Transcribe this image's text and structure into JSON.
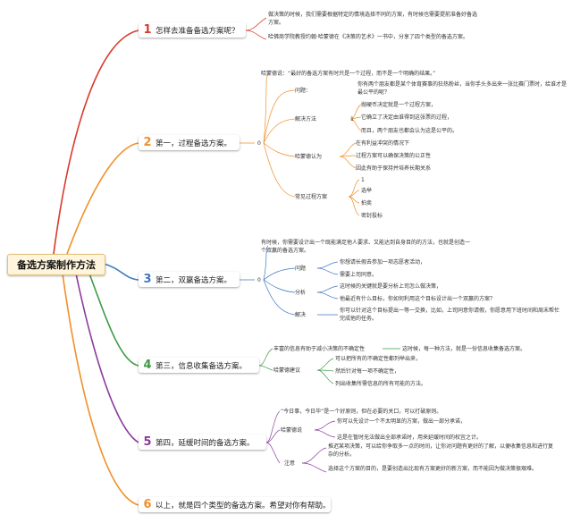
{
  "root": {
    "title": "备选方案制作方法"
  },
  "branches": [
    {
      "num": "1",
      "label": "怎样去准备备选方案呢？",
      "color": "#d93a2b"
    },
    {
      "num": "2",
      "label": "第一，过程备选方案。",
      "color": "#f0902a"
    },
    {
      "num": "3",
      "label": "第二，双赢备选方案。",
      "color": "#3f79c2"
    },
    {
      "num": "4",
      "label": "第三，信息收集备选方案。",
      "color": "#3e9a45"
    },
    {
      "num": "5",
      "label": "第四，延缓时间的备选方案。",
      "color": "#8a3a9c"
    },
    {
      "num": "6",
      "label": "以上，就是四个类型的备选方案。希望对你有帮助。",
      "color": "#f0902a"
    }
  ],
  "b1": {
    "t1": "做决策的时候，我们需要根据特定的情境选择不同的方案，有时候也需要提前准备好备选方案。",
    "t2": "哈佛商学院教授约翰·哈蒙德在《决策的艺术》一书中，分享了四个类型的备选方案。"
  },
  "b2": {
    "marker": "0",
    "intro": "哈蒙德说：“最好的备选方案有时只是一个过程，而不是一个明确的结果。”",
    "q_label": "问题：",
    "q_text": "你有两个朋友都是某个体育赛事的狂热粉丝，当你手头多出来一张比赛门票时，给谁才是最公平的呢？",
    "m_label": "解决方法",
    "m_marker": "1",
    "m_items": [
      "抛硬币决定就是一个过程方案，",
      "它确立了决定由谁得到这张票的过程，",
      "而且，两个朋友也都会认为这是公平的。"
    ],
    "h_label": "哈蒙德认为",
    "h_items": [
      "在有利益冲突的情况下",
      "过程方案可以确保决策的公正性",
      "因此有助于保持并培养长期关系"
    ],
    "c_label": "常见过程方案",
    "c_items": [
      "1",
      "选举",
      "拍卖",
      "密封投标"
    ]
  },
  "b3": {
    "marker": "0",
    "intro": "有时候，你需要设计出一个既能满足他人要求、又能达到自身目的的方法，也就是创造一个双赢的备选方案。",
    "q_label": "问题",
    "q_items": [
      "你想请长假去参加一项志愿者活动，",
      "需要上司同意。"
    ],
    "a_label": "分析",
    "a_items": [
      "这时候的关键就是要分析上司怎么做决策，",
      "他最近有什么目标，你如何利用这个目标设计出一个双赢的方案？"
    ],
    "s_label": "解决",
    "s_text": "你可以针对这个目标提出一等一交换，比如，上司同意你请假，你愿意用下班时间和周末帮忙完成他的任务。"
  },
  "b4": {
    "intro": "丰富的信息有助于减小决策的不确定性",
    "intro_extra": "这时候，每一种方法，就是一份信息收集备选方案。",
    "h_label": "哈蒙德建议",
    "h_items": [
      "可以把所有的不确定性都列举出来，",
      "然后针对每一项不确定性，",
      "列出收集所需信息的所有可能的方法。"
    ]
  },
  "b5": {
    "intro": "“今日事，今日毕”是一个好原则，但在必要的关口，可以打破原则。",
    "h_label": "哈蒙德说",
    "h_items": [
      "你可以先设计一个不太明显的方案，做出一部分承诺，",
      "这是在暂时无法做出全部承诺时，用来延缓时间的权宜之计。"
    ],
    "n_label": "注意",
    "n_items": [
      "推迟某项决策，可以给你争取多一点的时间，让你对问题有更好的了解，以便收集信息和进行复杂的分析。",
      "选择这个方案的目的，是要创造出比现有方案更好的新方案，而不能因为做决策很艰难。"
    ]
  }
}
